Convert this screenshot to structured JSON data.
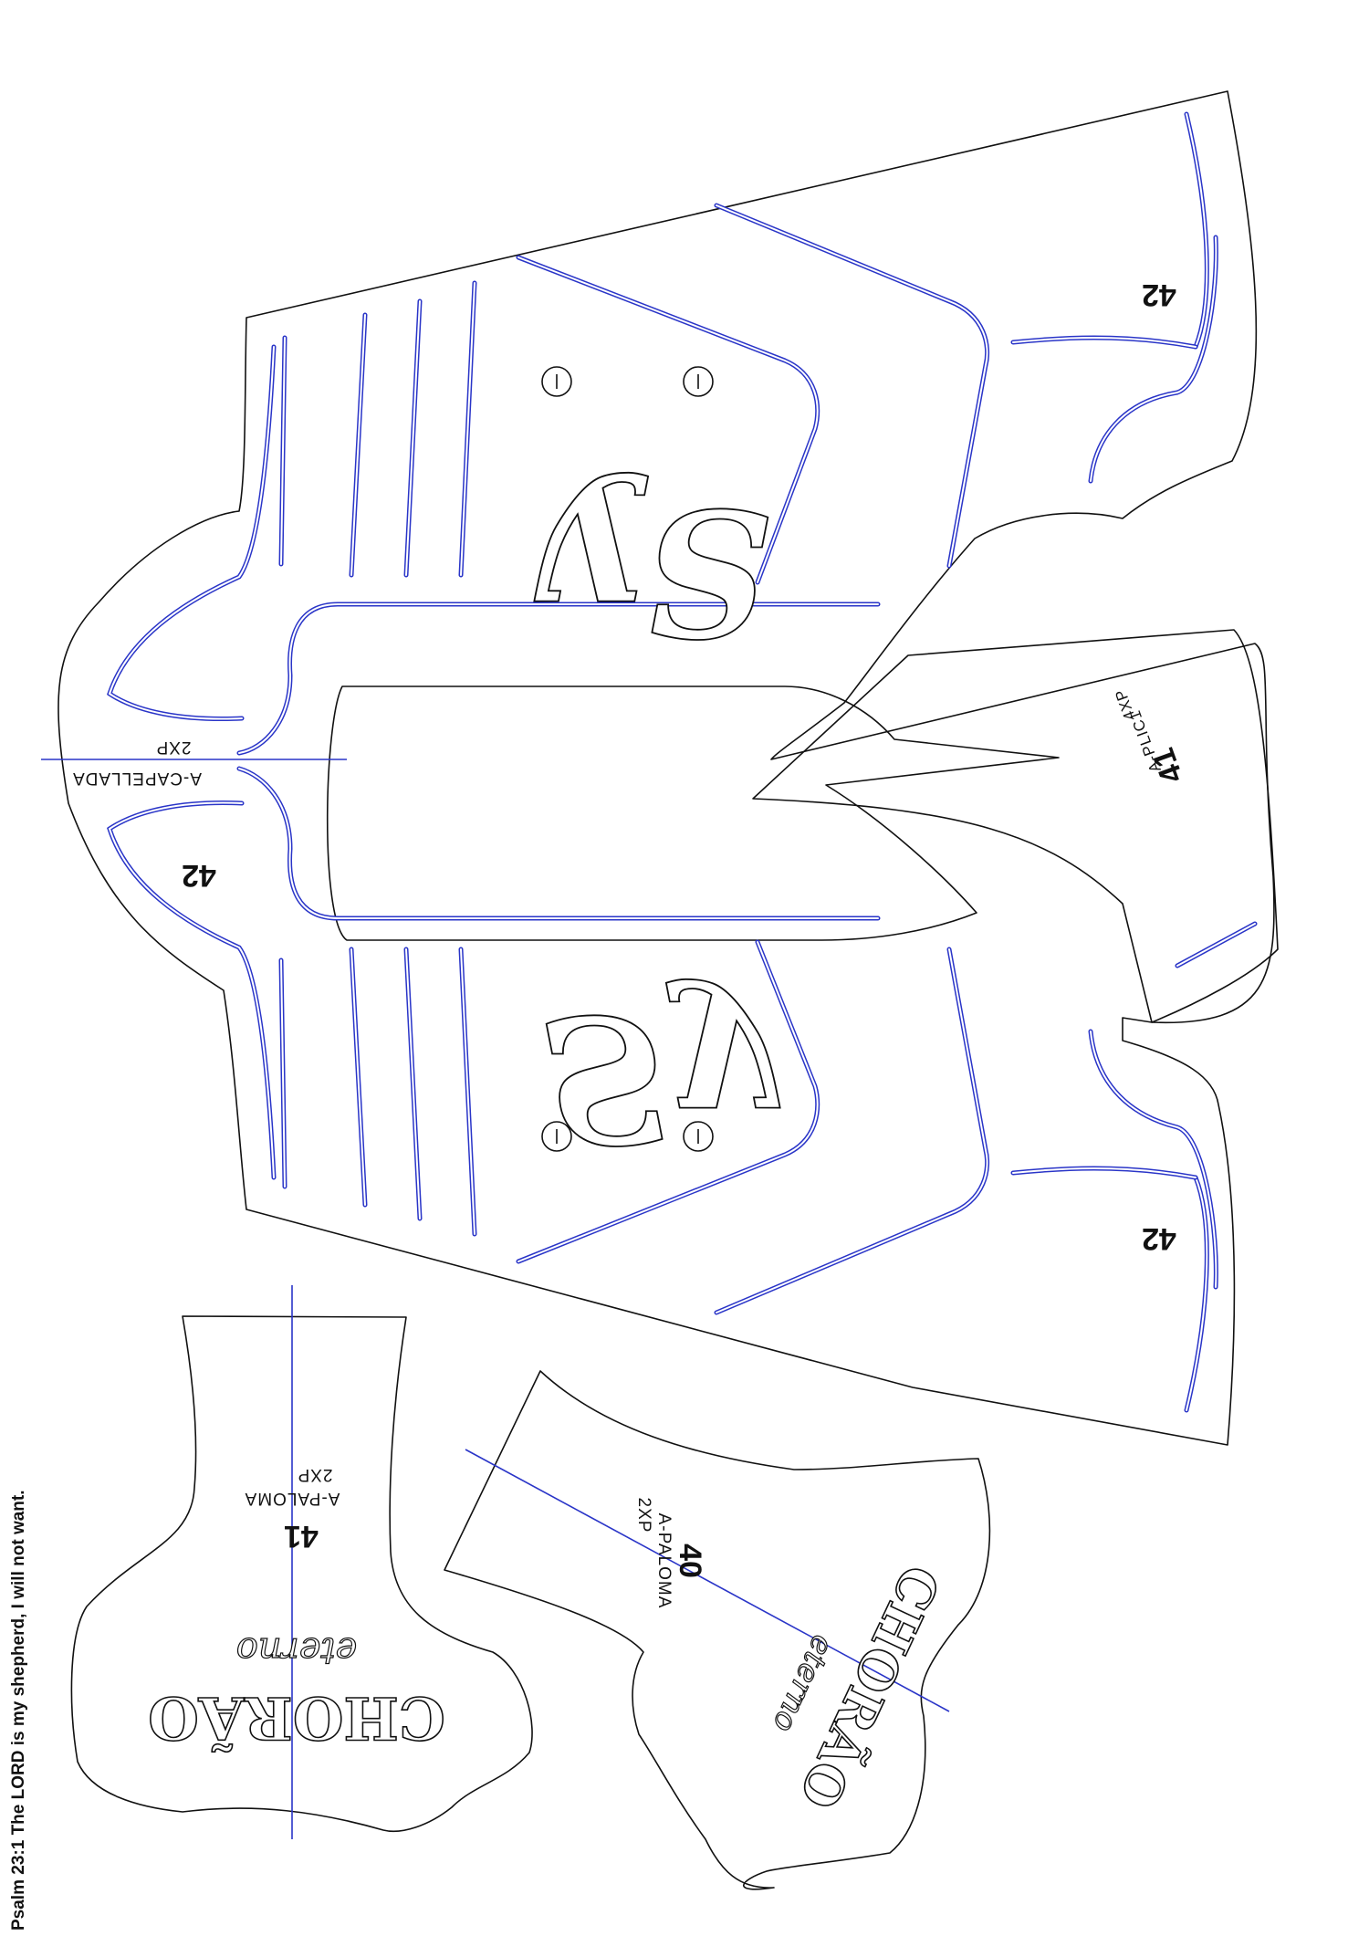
{
  "colors": {
    "outline": "#111111",
    "stitch": "#2a35c8",
    "axis": "#2a35c8",
    "background": "#ffffff"
  },
  "caption": "Psalm 23:1 The LORD is my shepherd, I will not want.",
  "upper": {
    "size_label_top": "42",
    "size_label_left": "42",
    "size_label_bottom": "42",
    "piece_name": "A-CAPELLADA",
    "qty": "2XP",
    "script_mark": "Sy"
  },
  "tongue": {
    "size": "41",
    "piece_name": "A-PLIC1",
    "qty": "4XP"
  },
  "heel_left": {
    "size": "41",
    "piece_name": "A-PALOMA",
    "qty": "2XP",
    "logo": "CHORÃO",
    "logo_sub": "eterno"
  },
  "heel_right": {
    "size": "40",
    "piece_name": "A-PALOMA",
    "qty": "2XP",
    "logo": "CHORÃO",
    "logo_sub": "eterno"
  }
}
